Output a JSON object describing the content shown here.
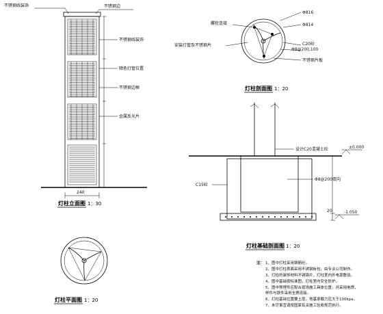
{
  "column_elevation": {
    "title": "灯柱立面图",
    "scale": "1：30",
    "callouts": [
      "不锈钢线装饰",
      "不锈钢边",
      "不锈钢线装饰",
      "暗色灯管位置",
      "不锈钢边框",
      "金属反光片"
    ],
    "width_dim": "240"
  },
  "column_section": {
    "title": "灯柱剖面图",
    "scale": "1：20",
    "callouts": [
      "螺栓连接",
      "Φ816",
      "Φ814",
      "C20砼",
      "Φ8@200,100",
      "安装灯管及不锈钢片",
      "不锈钢片板"
    ]
  },
  "column_plan": {
    "title": "灯柱平面图",
    "scale": "1：20"
  },
  "foundation": {
    "title": "灯柱基础剖面图",
    "scale": "1：20",
    "callouts": [
      "设计C20混凝土砼",
      "±0.000",
      "Φ8@200双向",
      "C15砼",
      "-1.050",
      "20"
    ]
  },
  "notes": {
    "heading": "注：",
    "items": [
      "1、图中灯柱采用钢筋砼。",
      "2、图中灯柱表面采用不锈钢板包，由专业公司制作。",
      "3、灯柱的装饰材料不锈钢片，灯柱室内外电源敷设。",
      "4、图中基础按标准图，灯柱室内安全防护。",
      "5、图中预埋件应配合现场施工具体位置，并采用电焊，",
      "   样件与铁件采用全焊连接。",
      "6、灯柱基础位置要土层，地基承载力应大于100kpa。",
      "7、未尽事宜请按国家有关施工验收规范执行。"
    ]
  }
}
